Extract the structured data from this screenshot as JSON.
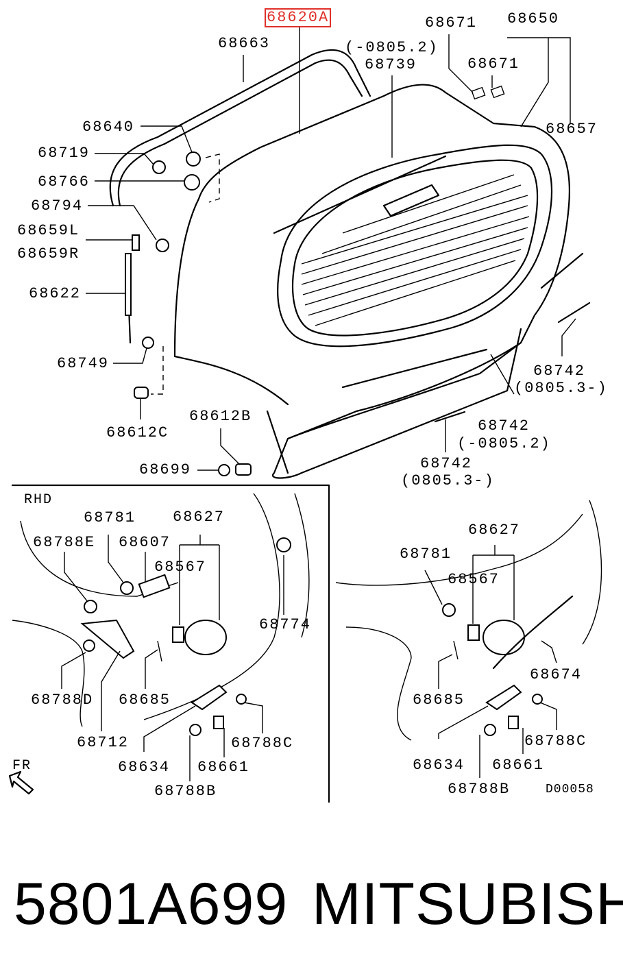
{
  "highlight_color": "#e0302a",
  "top_labels": {
    "p68620A": "68620A",
    "p68663": "68663",
    "r0805_2_top": "(-0805.2)",
    "p68739": "68739",
    "p68671_a": "68671",
    "p68671_b": "68671",
    "p68650": "68650",
    "p68657": "68657",
    "p68640": "68640",
    "p68719": "68719",
    "p68766": "68766",
    "p68794": "68794",
    "p68659L": "68659L",
    "p68659R": "68659R",
    "p68622": "68622",
    "p68749": "68749",
    "p68612C": "68612C",
    "p68612B": "68612B",
    "p68699": "68699",
    "p68742_a": "68742",
    "r0805_3_a": "(0805.3-)",
    "p68742_b": "68742",
    "r0805_2_b": "(-0805.2)",
    "p68742_c": "68742",
    "r0805_3_c": "(0805.3-)"
  },
  "left_panel": {
    "title": "RHD",
    "p68781": "68781",
    "p68627": "68627",
    "p68788E": "68788E",
    "p68607": "68607",
    "p68567": "68567",
    "p68774": "68774",
    "p68788D": "68788D",
    "p68685": "68685",
    "p68712": "68712",
    "p68788C": "68788C",
    "p68634": "68634",
    "p68661": "68661",
    "p68788B": "68788B",
    "fr": "FR"
  },
  "right_panel": {
    "p68627": "68627",
    "p68781": "68781",
    "p68567": "68567",
    "p68674": "68674",
    "p68685": "68685",
    "p68788C": "68788C",
    "p68634": "68634",
    "p68661": "68661",
    "p68788B": "68788B",
    "code": "D00058"
  },
  "footer": {
    "part_number": "5801A699",
    "brand": "MITSUBISHI"
  }
}
